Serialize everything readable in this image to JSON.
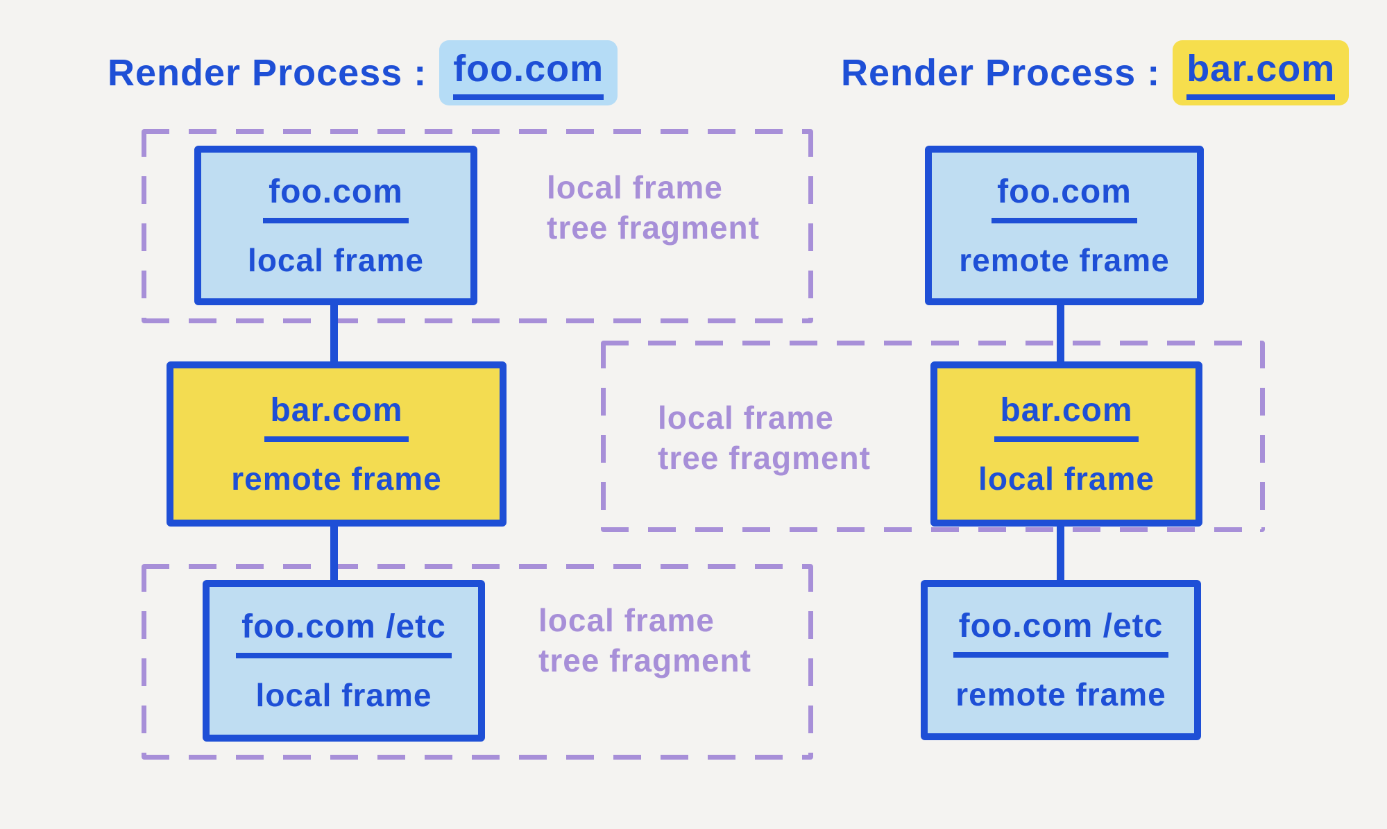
{
  "colors": {
    "background": "#f4f3f1",
    "blue_stroke": "#1e4fd6",
    "light_blue_fill": "#bfddf2",
    "yellow_fill": "#f3dc51",
    "purple_dash": "#a78fd8",
    "highlight_blue": "#b5dcf6",
    "highlight_yellow": "#f6de4d"
  },
  "left": {
    "title": {
      "prefix": "Render Process :",
      "domain": "foo.com"
    },
    "nodes": {
      "n1": {
        "domain": "foo.com",
        "type": "local frame"
      },
      "n2": {
        "domain": "bar.com",
        "type": "remote frame"
      },
      "n3": {
        "domain": "foo.com /etc",
        "type": "local frame"
      }
    },
    "fragments": {
      "f1": {
        "line1": "local frame",
        "line2": "tree fragment"
      },
      "f2": {
        "line1": "local frame",
        "line2": "tree fragment"
      }
    }
  },
  "right": {
    "title": {
      "prefix": "Render Process :",
      "domain": "bar.com"
    },
    "nodes": {
      "n1": {
        "domain": "foo.com",
        "type": "remote frame"
      },
      "n2": {
        "domain": "bar.com",
        "type": "local frame"
      },
      "n3": {
        "domain": "foo.com /etc",
        "type": "remote frame"
      }
    },
    "fragments": {
      "f1": {
        "line1": "local frame",
        "line2": "tree fragment"
      }
    }
  }
}
